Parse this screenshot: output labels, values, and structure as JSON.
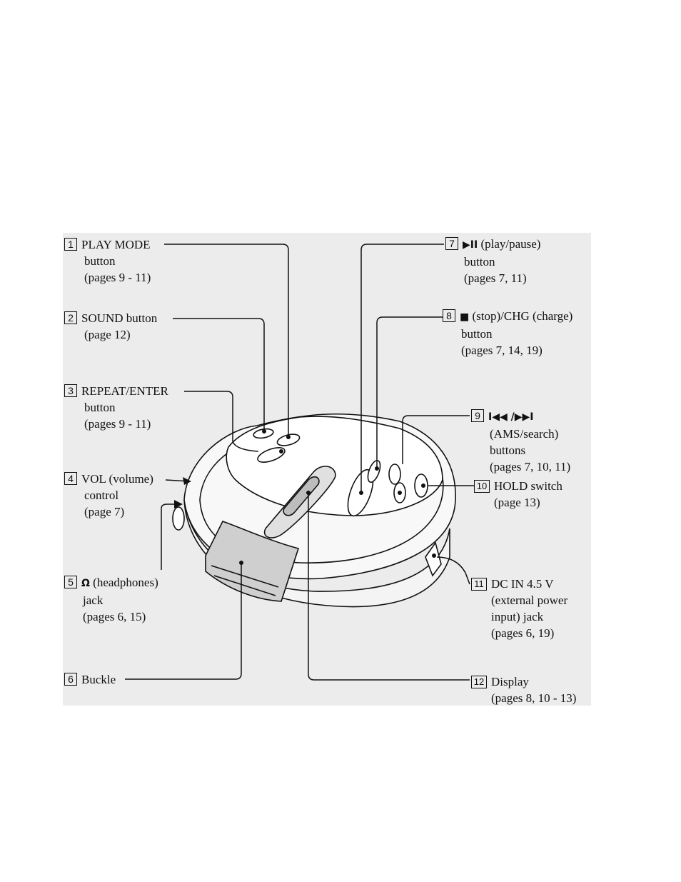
{
  "callouts": [
    {
      "num": "1",
      "name": "PLAY MODE",
      "lines": [
        "button",
        "(pages 9 - 11)"
      ]
    },
    {
      "num": "2",
      "name": "SOUND button",
      "lines": [
        "(page 12)"
      ]
    },
    {
      "num": "3",
      "name": "REPEAT/ENTER",
      "lines": [
        "button",
        "(pages 9 - 11)"
      ]
    },
    {
      "num": "4",
      "name": "VOL (volume)",
      "lines": [
        "control",
        "(page 7)"
      ]
    },
    {
      "num": "5",
      "icon": "Ω",
      "name": "(headphones)",
      "lines": [
        "jack",
        "(pages 6, 15)"
      ]
    },
    {
      "num": "6",
      "name": "Buckle",
      "lines": []
    },
    {
      "num": "7",
      "icon": "▶II",
      "name": "(play/pause)",
      "lines": [
        "button",
        "(pages 7, 11)"
      ]
    },
    {
      "num": "8",
      "icon": "■",
      "name": "(stop)/CHG (charge)",
      "lines": [
        "button",
        "(pages 7, 14, 19)"
      ]
    },
    {
      "num": "9",
      "icon": "I◀◀ /▶▶I",
      "name": "",
      "lines": [
        "(AMS/search)",
        "buttons",
        "(pages 7, 10, 11)"
      ]
    },
    {
      "num": "10",
      "name": "HOLD switch",
      "lines": [
        "(page 13)"
      ]
    },
    {
      "num": "11",
      "name": "DC IN 4.5 V",
      "lines": [
        "(external power",
        "input) jack",
        "(pages 6, 19)"
      ]
    },
    {
      "num": "12",
      "name": "Display",
      "lines": [
        "(pages 8, 10 - 13)"
      ]
    }
  ],
  "colors": {
    "background_panel": "#ececec",
    "line": "#111111",
    "device_fill": "#f7f7f7",
    "buckle_fill": "#c9c9c9"
  }
}
